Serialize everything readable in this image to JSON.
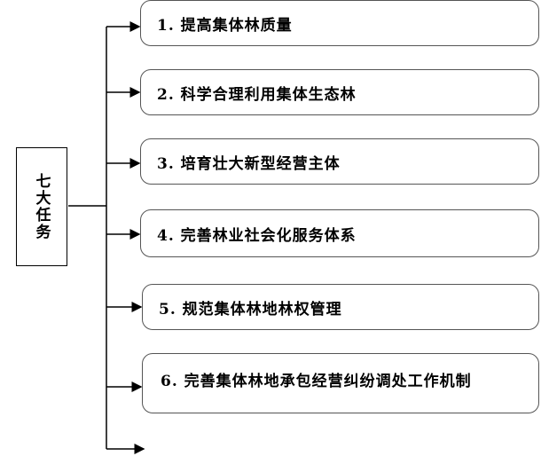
{
  "root": {
    "label": "七大任务"
  },
  "tasks": [
    {
      "label": "1. 提高集体林质量"
    },
    {
      "label": "2. 科学合理利用集体生态林"
    },
    {
      "label": "3. 培育壮大新型经营主体"
    },
    {
      "label": "4. 完善林业社会化服务体系"
    },
    {
      "label": "5. 规范集体林地林权管理"
    },
    {
      "label": "6. 完善集体林地承包经营纠纷调处工作机制"
    }
  ]
}
